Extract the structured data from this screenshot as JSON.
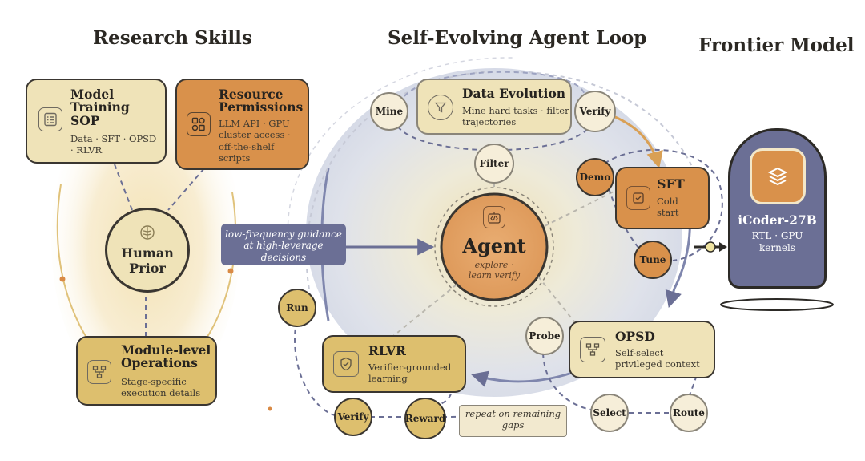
{
  "headers": {
    "research_skills": "Research Skills",
    "loop": "Self-Evolving Agent Loop",
    "frontier": "Frontier Model"
  },
  "model_training": {
    "title": "Model Training SOP",
    "desc": "Data · SFT · OPSD · RLVR",
    "icon": "checklist-icon"
  },
  "resource_permissions": {
    "title": "Resource Permissions",
    "desc": "LLM API · GPU cluster access · off-the-shelf scripts",
    "icon": "shapes-icon"
  },
  "human_prior": {
    "label": "Human Prior",
    "icon": "brain-icon"
  },
  "module_ops": {
    "title": "Module-level Operations",
    "desc": "Stage-specific execution details",
    "icon": "flowchart-icon"
  },
  "guidance": {
    "text": "low-frequency guidance at high-leverage decisions"
  },
  "data_evolution": {
    "title": "Data Evolution",
    "desc": "Mine hard tasks · filter trajectories",
    "icon": "funnel-icon"
  },
  "agent": {
    "title": "Agent",
    "desc": "explore · learn verify",
    "icon": "code-robot-icon"
  },
  "sft": {
    "title": "SFT",
    "desc": "Cold start",
    "icon": "check-square-icon"
  },
  "opsd": {
    "title": "OPSD",
    "desc": "Self-select privileged context",
    "icon": "flowchart-icon"
  },
  "rlvr": {
    "title": "RLVR",
    "desc": "Verifier-grounded learning",
    "icon": "shield-check-icon"
  },
  "repeat_note": {
    "text": "repeat on remaining gaps"
  },
  "nodes": {
    "mine": "Mine",
    "verify_top": "Verify",
    "filter": "Filter",
    "demo": "Demo",
    "tune": "Tune",
    "run": "Run",
    "probe": "Probe",
    "verify_bottom": "Verify",
    "reward": "Reward",
    "select": "Select",
    "route": "Route"
  },
  "frontier_model": {
    "name": "iCoder-27B",
    "desc": "RTL · GPU kernels",
    "icon": "layers-icon"
  },
  "colors": {
    "cream": "#efe3b8",
    "orange": "#d9914b",
    "gold": "#ddbf6e",
    "slate": "#6b6f95",
    "loop_blue": "#7f86ad",
    "orange_arrow": "#d9a055"
  }
}
